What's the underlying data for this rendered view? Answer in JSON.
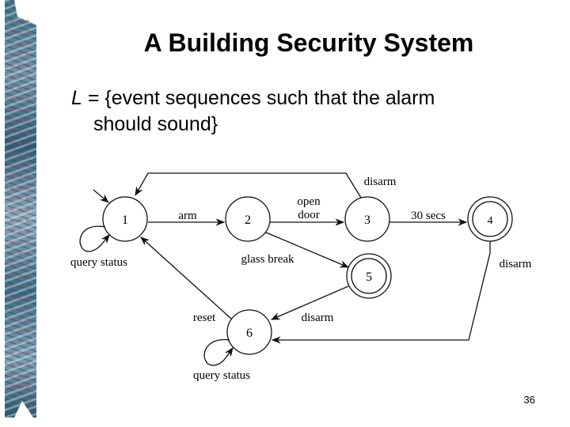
{
  "slide": {
    "title": "A Building Security System",
    "definition_symbol": "L",
    "definition_line1": " = {event sequences such that the alarm",
    "definition_line2": "should sound}",
    "page_number": "36"
  },
  "diagram": {
    "states": [
      {
        "id": "1",
        "label": "1",
        "start": true,
        "accepting": false
      },
      {
        "id": "2",
        "label": "2",
        "start": false,
        "accepting": false
      },
      {
        "id": "3",
        "label": "3",
        "start": false,
        "accepting": false
      },
      {
        "id": "4",
        "label": "4",
        "start": false,
        "accepting": true
      },
      {
        "id": "5",
        "label": "5",
        "start": false,
        "accepting": true
      },
      {
        "id": "6",
        "label": "6",
        "start": false,
        "accepting": false
      }
    ],
    "transitions": [
      {
        "from": "1",
        "to": "2",
        "label": "arm"
      },
      {
        "from": "2",
        "to": "3",
        "label_line1": "open",
        "label_line2": "door"
      },
      {
        "from": "3",
        "to": "4",
        "label": "30 secs"
      },
      {
        "from": "3",
        "to": "1",
        "label": "disarm"
      },
      {
        "from": "1",
        "to": "1",
        "label": "query status"
      },
      {
        "from": "2",
        "to": "5",
        "label": "glass break"
      },
      {
        "from": "4",
        "to": "6",
        "label": "disarm"
      },
      {
        "from": "5",
        "to": "6",
        "label": "disarm"
      },
      {
        "from": "6",
        "to": "1",
        "label": "reset"
      },
      {
        "from": "6",
        "to": "6",
        "label": "query status"
      }
    ]
  }
}
